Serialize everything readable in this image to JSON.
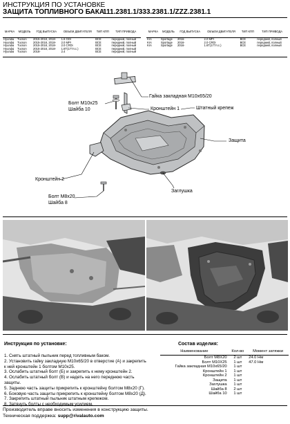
{
  "header": {
    "line1": "ИНСТРУКЦИЯ ПО УСТАНОВКЕ",
    "line2": "ЗАЩИТА ТОПЛИВНОГО БАКА",
    "part_number": "111.2381.1/333.2381.1/ZZZ.2381.1"
  },
  "applicability": {
    "headers": [
      "МАРКА",
      "МОДЕЛЬ",
      "ГОД ВЫПУСКА",
      "ОБЪЕМ ДВИГАТЕЛЯ",
      "ТИП КПП",
      "ТИП ПРИВОДА"
    ],
    "left": [
      [
        "Hyundai",
        "Tucson",
        "2015-2018, 2018-",
        "1.6 GDI",
        "ВСЕ",
        "передний, полный"
      ],
      [
        "Hyundai",
        "Tucson",
        "2015-2018, 2018-",
        "2.0 MPI",
        "ВСЕ",
        "передний, полный"
      ],
      [
        "Hyundai",
        "Tucson",
        "2015-2018, 2018-",
        "2.0 CRDi",
        "ВСЕ",
        "передний, полный"
      ],
      [
        "Hyundai",
        "Tucson",
        "2015-2018, 2018-",
        "1.6T(177л.с.)",
        "ВСЕ",
        "передний, полный"
      ],
      [
        "Hyundai",
        "Tucson",
        "2018-",
        "2.4",
        "ВСЕ",
        "передний, полный"
      ]
    ],
    "right": [
      [
        "KIA",
        "Sportage",
        "2016-",
        "2.0 MPI",
        "ВСЕ",
        "передний, полный"
      ],
      [
        "KIA",
        "Sportage",
        "2016-",
        "2.0 CRDi",
        "ВСЕ",
        "передний, полный"
      ],
      [
        "KIA",
        "Sportage",
        "2016-",
        "1.6T(177л.с.)",
        "ВСЕ",
        "передний, полный"
      ]
    ]
  },
  "callouts": {
    "nut": "Гайка закладная М10х65/20",
    "bracket1": "Кронштейн 1",
    "bolt_m10": "Болт М10х25",
    "washer10": "Шайба 10",
    "std_mount": "Штатный крепеж",
    "guard": "Защита",
    "bracket2": "Кронштейн 2",
    "plug": "Заглушка",
    "bolt_m8": "Болт М8х20",
    "washer8": "Шайба 8"
  },
  "instructions": {
    "title": "Инструкция по установке:",
    "steps": [
      "1. Снять штатный пыльник перед топливным баком.",
      "2. Установить гайку закладную М10х65/20 в отверстие (А) и закрепить",
      "к ней кронштейн 1 болтом М10х25.",
      "3. Ослабить штатный болт (Б) и закрепить к нему кронштейн 2.",
      "4. Ослабить штатный болт (В) и надеть на него переднюю часть",
      "защиты.",
      "5. Заднюю часть защиты прикрепить к кронштейну болтом М8х20 (Г).",
      "6. Боковую часть защиты прикрепить к кронштейну болтом М8х20 (Д).",
      "7. Закрепить штатный пыльник штатным крепежом.",
      "8. Затянуть болты с необходимым усилием."
    ]
  },
  "parts": {
    "title": "Состав изделия:",
    "headers": [
      "Наименование",
      "Кол-во",
      "Момент затяжки"
    ],
    "rows": [
      [
        "Болт М8Х20",
        "2 шт",
        "24.0 Нм"
      ],
      [
        "Болт М10Х25",
        "1 шт",
        "47.0 Нм"
      ],
      [
        "Гайка закладная М10х65/20",
        "1 шт",
        ""
      ],
      [
        "Кронштейн 1",
        "1 шт",
        ""
      ],
      [
        "Кронштейн 2",
        "1 шт",
        ""
      ],
      [
        "Защита",
        "1 шт",
        ""
      ],
      [
        "Заглушка",
        "1 шт",
        ""
      ],
      [
        "Шайба 8",
        "2 шт",
        ""
      ],
      [
        "Шайба 10",
        "1 шт",
        ""
      ]
    ]
  },
  "footer": {
    "line1": "Производитель вправе вносить изменения в конструкцию защиты.",
    "support_label": "Техническая поддержка:",
    "support_email": "supp@rivalauto.com"
  },
  "colors": {
    "guard_fill": "#bfc1c3",
    "guard_stroke": "#2a2a2a",
    "photo_dark": "#3c3c3c",
    "photo_mid": "#8a8a8a",
    "photo_light": "#d2d2d2"
  }
}
